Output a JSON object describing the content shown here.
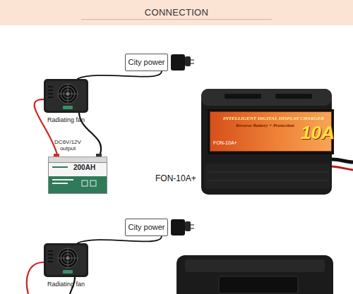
{
  "diagram": {
    "title": "CONNECTION",
    "nodes": [
      {
        "text": [
          "City power"
        ]
      },
      {
        "text": [
          "Radiating fan"
        ]
      },
      {
        "text": [
          "INTELLIGENT DIGITAL DISPLAY CHARGER",
          "Reverse Battery + Protection",
          "FON-10A+",
          "10A"
        ]
      },
      {
        "text": [
          "200AH"
        ]
      },
      {
        "text": [
          "City power"
        ]
      },
      {
        "text": [
          "Radiating fan"
        ]
      }
    ],
    "edges": [
      {
        "from": 1,
        "to": 0,
        "arrow": "none"
      },
      {
        "from": 1,
        "to": 3,
        "arrow": "none"
      },
      {
        "from": 5,
        "to": 4,
        "arrow": "none"
      }
    ],
    "labels": [
      "DC6V/12V output",
      "FON-10A+"
    ]
  }
}
